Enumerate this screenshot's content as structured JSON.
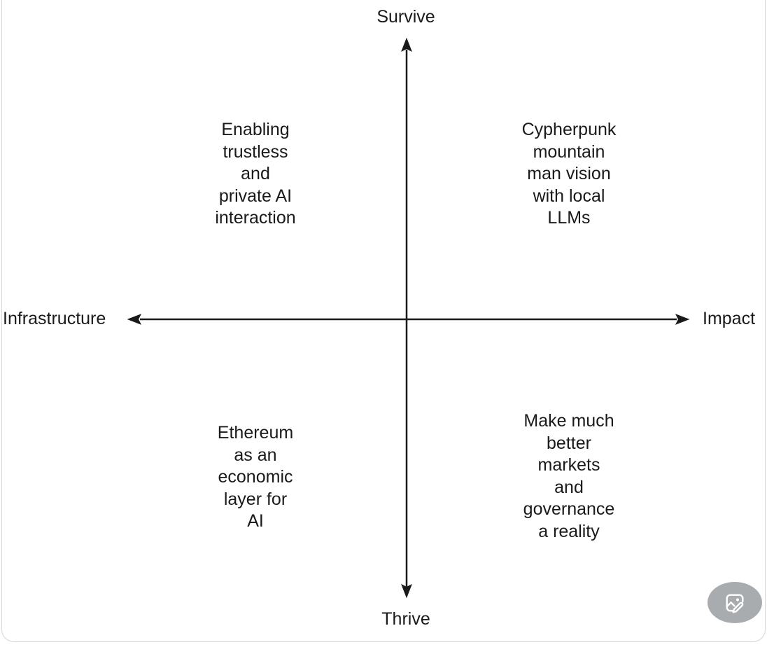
{
  "diagram": {
    "vertical_axis": {
      "top_label": "Survive",
      "bottom_label": "Thrive"
    },
    "horizontal_axis": {
      "left_label": "Infrastructure",
      "right_label": "Impact"
    },
    "quadrants": {
      "top_left": "Enabling\ntrustless\nand\nprivate AI\ninteraction",
      "top_right": "Cypherpunk\nmountain\nman vision\nwith local\nLLMs",
      "bottom_left": "Ethereum\nas an\neconomic\nlayer for\nAI",
      "bottom_right": "Make much\nbetter\nmarkets\nand\ngovernance\na reality"
    }
  },
  "icons": {
    "edit_image_button": "image-edit-icon"
  },
  "colors": {
    "axis_line": "#1a1a1a",
    "text": "#1a1a1a",
    "card_border": "#cfd9de",
    "fab_background": "#a9acae",
    "fab_icon": "#ffffff",
    "background": "#ffffff"
  }
}
